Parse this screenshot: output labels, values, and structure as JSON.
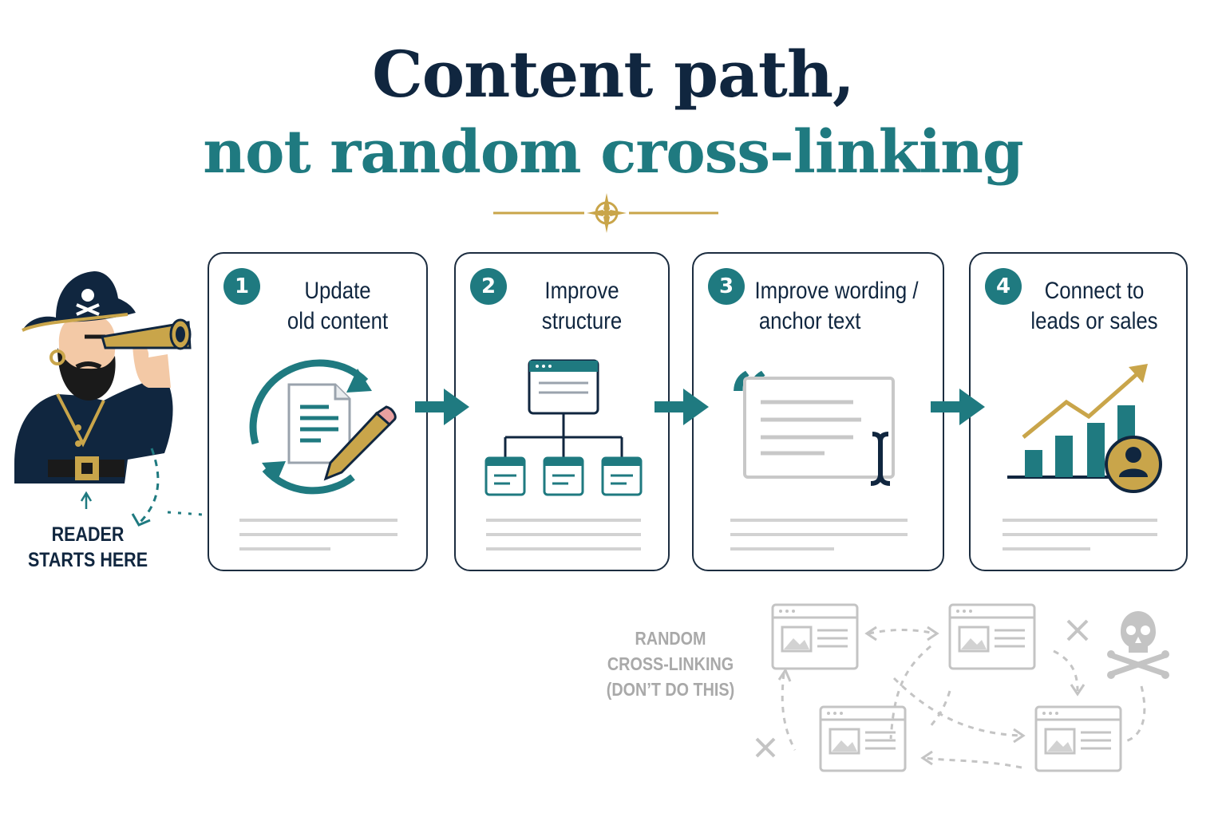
{
  "title": {
    "line1": "Content path,",
    "line2": "not random cross-linking"
  },
  "colors": {
    "navy": "#10263f",
    "teal": "#1f7a80",
    "gold": "#c9a54a",
    "gray": "#bdbdbd"
  },
  "steps": [
    {
      "number": "1",
      "label_line1": "Update",
      "label_line2": "old content",
      "icon": "refresh-document-pencil-icon"
    },
    {
      "number": "2",
      "label_line1": "Improve",
      "label_line2": "structure",
      "icon": "site-structure-icon"
    },
    {
      "number": "3",
      "label_line1": "Improve wording /",
      "label_line2": "anchor text",
      "icon": "quote-text-cursor-icon"
    },
    {
      "number": "4",
      "label_line1": "Connect to",
      "label_line2": "leads or sales",
      "icon": "growth-chart-user-icon"
    }
  ],
  "reader": {
    "line1": "READER",
    "line2": "STARTS HERE",
    "icon": "pirate-telescope-icon"
  },
  "random_linking": {
    "line1": "RANDOM",
    "line2": "CROSS-LINKING",
    "line3": "(DON’T DO THIS)",
    "icons": [
      "webpage-icon",
      "dashed-arrow-icon",
      "x-mark-icon",
      "skull-crossbones-icon"
    ]
  }
}
